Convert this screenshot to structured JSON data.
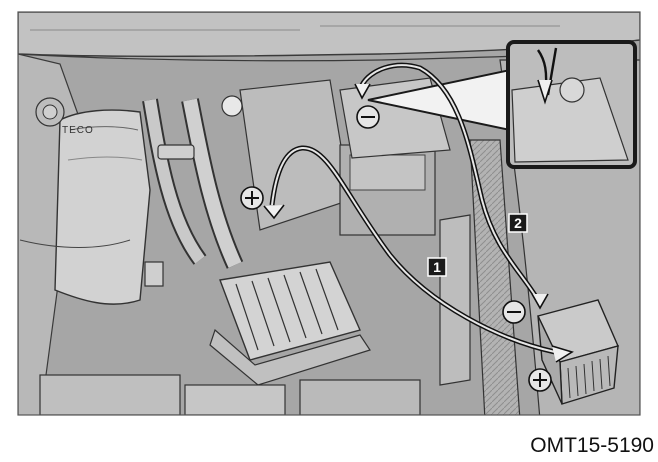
{
  "figure": {
    "engine_text": "TECO",
    "figure_code": "OMT15-5190",
    "callouts": [
      {
        "id": "callout-1",
        "label": "1"
      },
      {
        "id": "callout-2",
        "label": "2"
      }
    ],
    "terminals": [
      {
        "id": "terminal-negative-engine",
        "symbol": "negative"
      },
      {
        "id": "terminal-positive-engine",
        "symbol": "positive"
      },
      {
        "id": "terminal-negative-battery",
        "symbol": "negative"
      },
      {
        "id": "terminal-positive-battery",
        "symbol": "positive"
      }
    ],
    "colors": {
      "background": "#a6a6a6",
      "line": "#1a1a1a",
      "highlight": "#e6e6e6",
      "callout_fill": "#1a1a1a"
    }
  }
}
